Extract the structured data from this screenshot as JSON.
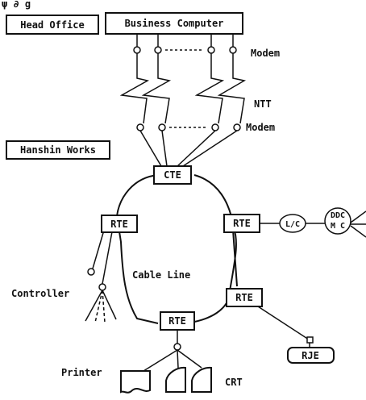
{
  "header_fragment": "ψ ∂ g",
  "labels": {
    "head_office": "Head Office",
    "business_computer": "Business Computer",
    "modem_top": "Modem",
    "ntt": "NTT",
    "modem_bottom": "Modem",
    "hanshin_works": "Hanshin Works",
    "cte": "CTE",
    "rte_left": "RTE",
    "rte_right": "RTE",
    "rte_bottom_right": "RTE",
    "rte_bottom": "RTE",
    "lc": "L/C",
    "ddc_top": "DDC",
    "ddc_bottom": "M C",
    "cable_line": "Cable Line",
    "controller": "Controller",
    "rje": "RJE",
    "printer": "Printer",
    "crt": "CRT"
  }
}
